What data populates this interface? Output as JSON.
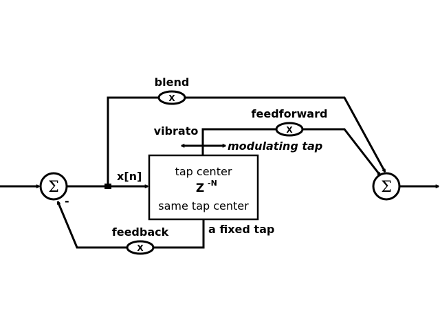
{
  "diagram": {
    "labels": {
      "blend": "blend",
      "feedforward": "feedforward",
      "vibrato": "vibrato",
      "modulating_tap": "modulating tap",
      "input_signal": "x[n]",
      "feedback": "feedback",
      "fixed_tap": "a fixed tap",
      "minus_sign": "-"
    },
    "delay_block": {
      "top_text": "tap center",
      "operator": "Z",
      "exponent": "-N",
      "bottom_text": "same tap center"
    },
    "multipliers": {
      "blend": "X",
      "feedforward": "X",
      "feedback": "X"
    },
    "summers": {
      "input_symbol": "Σ",
      "output_symbol": "Σ"
    }
  }
}
